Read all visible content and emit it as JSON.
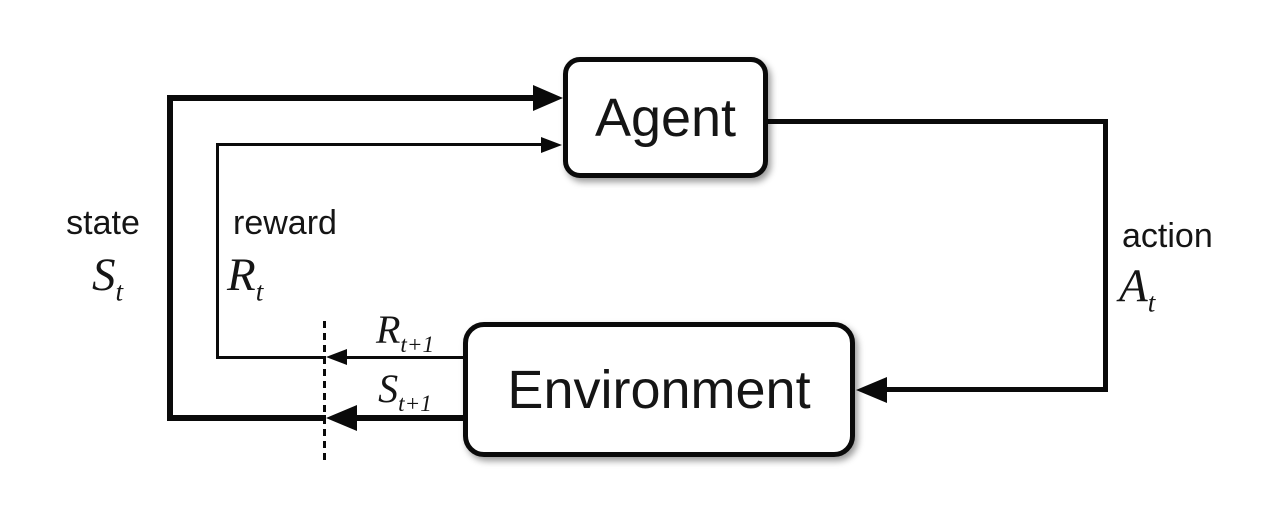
{
  "nodes": {
    "agent": "Agent",
    "environment": "Environment"
  },
  "labels": {
    "state": {
      "word": "state",
      "symbol": "S",
      "sub": "t"
    },
    "reward": {
      "word": "reward",
      "symbol": "R",
      "sub": "t"
    },
    "action": {
      "word": "action",
      "symbol": "A",
      "sub": "t"
    },
    "next_reward": {
      "symbol": "R",
      "sub": "t+1"
    },
    "next_state": {
      "symbol": "S",
      "sub": "t+1"
    }
  },
  "edges": {
    "state_to_agent": "state arrow into Agent",
    "reward_to_agent": "reward arrow into Agent",
    "action_to_environment": "action arrow into Environment",
    "next_reward_to_boundary": "R t+1 arrow to time boundary",
    "next_state_to_boundary": "S t+1 arrow to time boundary"
  },
  "colors": {
    "line": "#0a0a0a",
    "box_border": "#0a0a0a",
    "box_fill": "#ffffff",
    "text": "#151515",
    "background": "#ffffff"
  }
}
